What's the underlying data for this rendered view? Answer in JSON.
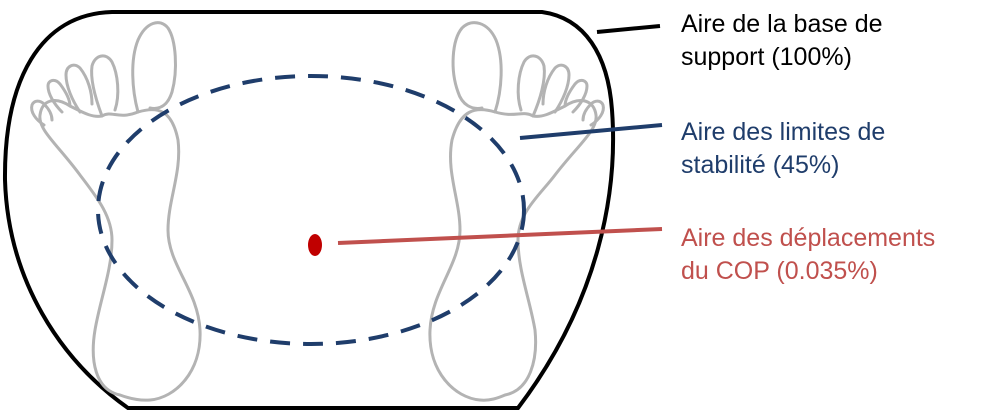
{
  "colors": {
    "base": "#000000",
    "stability": "#1f3d6b",
    "cop": "#c0504d",
    "cop_dot": "#c00000",
    "feet": "#b3b3b3"
  },
  "labels": {
    "base": {
      "line1": "Aire de la base de",
      "line2": "support (100%)"
    },
    "stability": {
      "line1": "Aire des limites de",
      "line2": "stabilité (45%)"
    },
    "cop": {
      "line1": "Aire des déplacements",
      "line2": "du COP (0.035%)"
    }
  },
  "icons": {
    "left_foot": "left-footprint",
    "right_foot": "right-footprint"
  }
}
